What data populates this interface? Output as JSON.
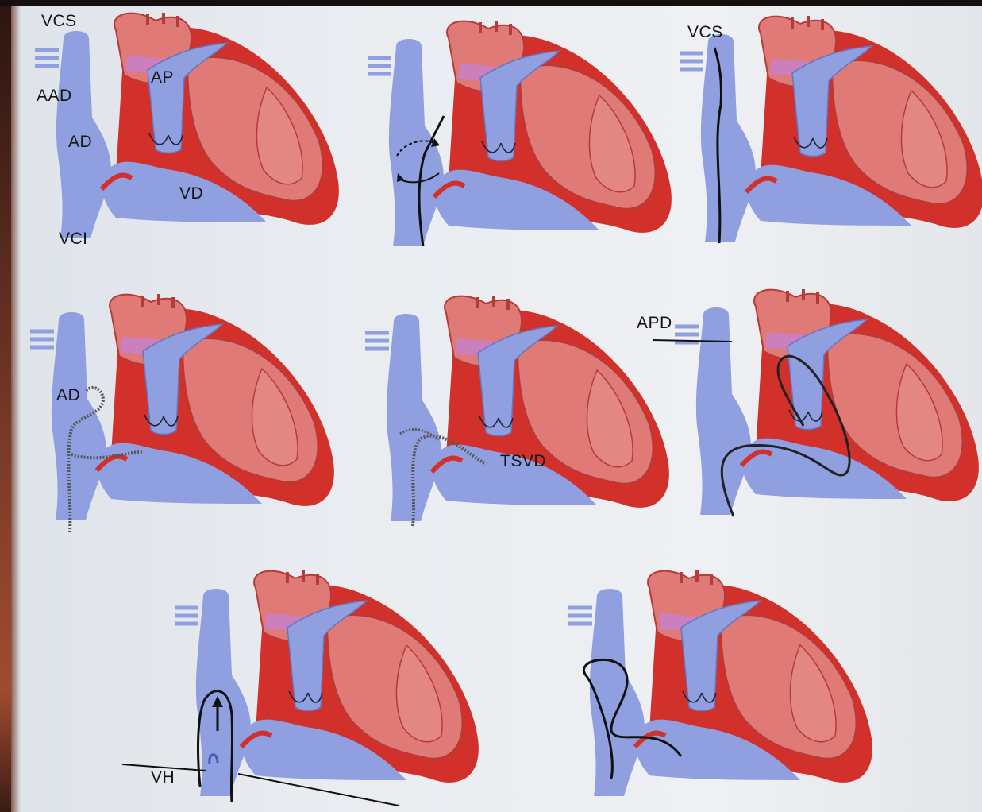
{
  "colors": {
    "venous": "#8f9fe0",
    "venous_outline": "#6576c0",
    "myocardium": "#e07a76",
    "epicardium": "#d2302a",
    "valve_band": "#cc7fbd",
    "catheter": "#111111",
    "guidewire": "#8a8a8a",
    "background": "#e9ecf0"
  },
  "labels": {
    "vcs_top_left": "VCS",
    "aad": "AAD",
    "ap": "AP",
    "ad_top": "AD",
    "vd": "VD",
    "vci": "VCI",
    "vcs_top_right": "VCS",
    "ad_middle": "AD",
    "tsvd": "TSVD",
    "apd": "APD",
    "vh": "VH"
  }
}
